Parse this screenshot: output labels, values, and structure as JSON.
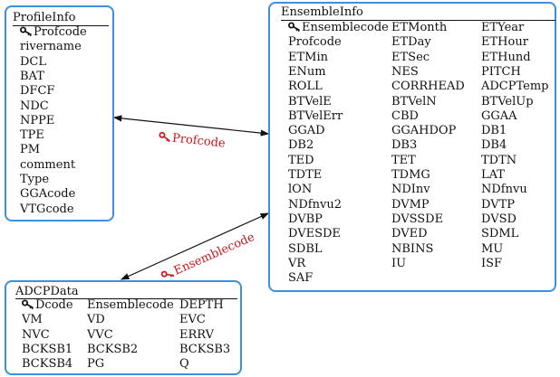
{
  "colors": {
    "box_border": "#3d8fe0",
    "relation_label": "#c8171d",
    "line": "#111111"
  },
  "profile_info": {
    "title": "ProfileInfo",
    "attributes": [
      "Profcode",
      "rivername",
      "DCL",
      "BAT",
      "DFCF",
      "NDC",
      "NPPE",
      "TPE",
      "PM",
      "comment",
      "Type",
      "GGAcode",
      "VTGcode"
    ],
    "key_icon": "key-icon"
  },
  "ensemble_info": {
    "title": "EnsembleInfo",
    "attributes": [
      "Ensemblecode",
      "ETMonth",
      "ETYear",
      "Profcode",
      "ETDay",
      "ETHour",
      "ETMin",
      "ETSec",
      "ETHund",
      "ENum",
      "NES",
      "PITCH",
      "ROLL",
      "CORRHEAD",
      "ADCPTemp",
      "BTVelE",
      "BTVelN",
      "BTVelUp",
      "BTVelErr",
      "CBD",
      "GGAA",
      "GGAD",
      "GGAHDOP",
      "DB1",
      "DB2",
      "DB3",
      "DB4",
      "TED",
      "TET",
      "TDTN",
      "TDTE",
      "TDMG",
      "LAT",
      "lON",
      "NDInv",
      "NDfnvu",
      "NDfnvu2",
      "DVMP",
      "DVTP",
      "DVBP",
      "DVSSDE",
      "DVSD",
      "DVESDE",
      "DVED",
      "SDML",
      "SDBL",
      "NBINS",
      "MU",
      "VR",
      "IU",
      "ISF",
      "SAF"
    ],
    "key_icon": "key-icon"
  },
  "adcp_data": {
    "title": "ADCPData",
    "attributes": [
      "Dcode",
      "Ensemblecode",
      "DEPTH",
      "VM",
      "VD",
      "EVC",
      "NVC",
      "VVC",
      "ERRV",
      "BCKSB1",
      "BCKSB2",
      "BCKSB3",
      "BCKSB4",
      "PG",
      "Q"
    ],
    "key_icon": "key-icon"
  },
  "relations": [
    {
      "label": "Profcode",
      "from": "ProfileInfo",
      "to": "EnsembleInfo"
    },
    {
      "label": "Ensemblecode",
      "from": "ADCPData",
      "to": "EnsembleInfo"
    }
  ]
}
